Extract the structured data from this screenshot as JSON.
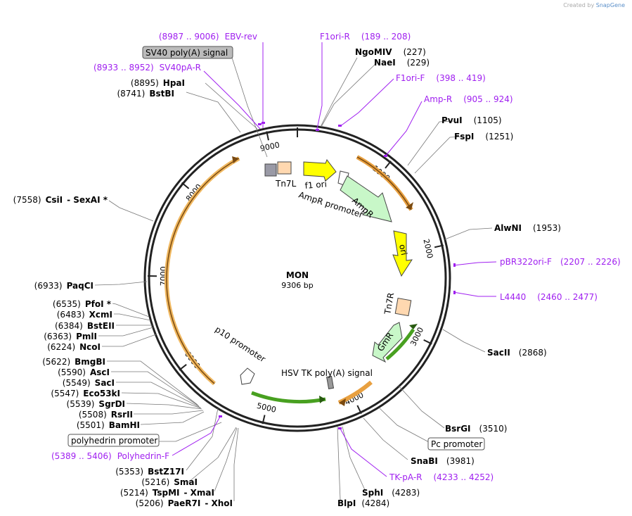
{
  "credit": {
    "prefix": "Created by",
    "brand": "SnapGene"
  },
  "plasmid": {
    "name": "MON",
    "length_label": "9306 bp",
    "length": 9306
  },
  "ticks": [
    "1000",
    "2000",
    "3000",
    "4000",
    "5000",
    "6000",
    "7000",
    "8000",
    "9000"
  ],
  "enzymes": [
    {
      "name": "NgoMIV",
      "pos": "(227)",
      "bp": 227
    },
    {
      "name": "NaeI",
      "pos": "(229)",
      "bp": 229
    },
    {
      "name": "PvuI",
      "pos": "(1105)",
      "bp": 1105
    },
    {
      "name": "FspI",
      "pos": "(1251)",
      "bp": 1251
    },
    {
      "name": "AlwNI",
      "pos": "(1953)",
      "bp": 1953
    },
    {
      "name": "SacII",
      "pos": "(2868)",
      "bp": 2868
    },
    {
      "name": "BsrGI",
      "pos": "(3510)",
      "bp": 3510
    },
    {
      "name": "SnaBI",
      "pos": "(3981)",
      "bp": 3981
    },
    {
      "name": "SphI",
      "pos": "(4283)",
      "bp": 4283
    },
    {
      "name": "BlpI",
      "pos": "(4284)",
      "bp": 4284
    },
    {
      "name": "PaeR7I",
      "extra": "- XhoI",
      "pos": "(5206)",
      "bp": 5206
    },
    {
      "name": "TspMI",
      "extra": "- XmaI",
      "pos": "(5214)",
      "bp": 5214
    },
    {
      "name": "SmaI",
      "pos": "(5216)",
      "bp": 5216
    },
    {
      "name": "BstZ17I",
      "pos": "(5353)",
      "bp": 5353
    },
    {
      "name": "BamHI",
      "pos": "(5501)",
      "bp": 5501
    },
    {
      "name": "RsrII",
      "pos": "(5508)",
      "bp": 5508
    },
    {
      "name": "SgrDI",
      "pos": "(5539)",
      "bp": 5539
    },
    {
      "name": "Eco53kI",
      "pos": "(5547)",
      "bp": 5547
    },
    {
      "name": "SacI",
      "pos": "(5549)",
      "bp": 5549
    },
    {
      "name": "AscI",
      "pos": "(5590)",
      "bp": 5590
    },
    {
      "name": "BmgBI",
      "pos": "(5622)",
      "bp": 5622
    },
    {
      "name": "NcoI",
      "pos": "(6224)",
      "bp": 6224
    },
    {
      "name": "PmlI",
      "pos": "(6363)",
      "bp": 6363
    },
    {
      "name": "BstEII",
      "pos": "(6384)",
      "bp": 6384
    },
    {
      "name": "XcmI",
      "pos": "(6483)",
      "bp": 6483
    },
    {
      "name": "PfoI *",
      "pos": "(6535)",
      "bp": 6535
    },
    {
      "name": "PaqCI",
      "pos": "(6933)",
      "bp": 6933
    },
    {
      "name": "CsiI",
      "extra": "- SexAI *",
      "pos": "(7558)",
      "bp": 7558
    },
    {
      "name": "BstBI",
      "pos": "(8741)",
      "bp": 8741
    },
    {
      "name": "HpaI",
      "pos": "(8895)",
      "bp": 8895
    }
  ],
  "primers": [
    {
      "name": "EBV-rev",
      "range": "(8987 .. 9006)"
    },
    {
      "name": "F1ori-R",
      "range": "(189 .. 208)"
    },
    {
      "name": "F1ori-F",
      "range": "(398 .. 419)"
    },
    {
      "name": "Amp-R",
      "range": "(905 .. 924)"
    },
    {
      "name": "pBR322ori-F",
      "range": "(2207 .. 2226)"
    },
    {
      "name": "L4440",
      "range": "(2460 .. 2477)"
    },
    {
      "name": "TK-pA-R",
      "range": "(4233 .. 4252)"
    },
    {
      "name": "Polyhedrin-F",
      "range": "(5389 .. 5406)"
    },
    {
      "name": "SV40pA-R",
      "range": "(8933 .. 8952)"
    }
  ],
  "boxed_features": [
    "SV40 poly(A) signal",
    "Pc promoter",
    "polyhedrin promoter"
  ],
  "features": {
    "tn7l": "Tn7L",
    "f1ori": "f1 ori",
    "ampr_promoter": "AmpR promoter",
    "ampr": "AmpR",
    "ori": "ori",
    "tn7r": "Tn7R",
    "gmr": "GmR",
    "hsv": "HSV TK poly(A) signal",
    "p10": "p10 promoter"
  },
  "colors": {
    "primer": "#a020f0",
    "f1ori": "#ffff00",
    "ampr": "#c8f7c8",
    "ori": "#ffff00",
    "tn7": "#ffd8b0",
    "orange_arc": "#e8a040",
    "green_arc": "#48a020",
    "grey": "#999999"
  }
}
